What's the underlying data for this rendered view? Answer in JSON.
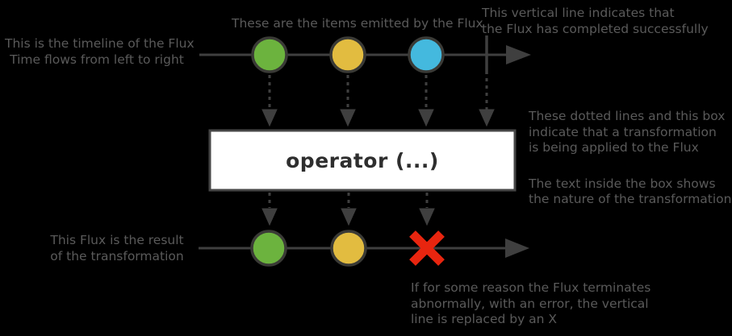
{
  "diagram_title": "Flux marble diagram",
  "colors": {
    "background": "#000000",
    "annotation_text": "#5a5a5a",
    "line": "#3f3f3f",
    "marble_stroke": "#3a3a36",
    "marble_green": "#6cb33e",
    "marble_yellow": "#e2bc40",
    "marble_blue": "#44b9de",
    "error_red": "#e8250f",
    "box_fill": "#ffffff",
    "box_border": "#464646",
    "operator_text": "#2e2e2e"
  },
  "operator": {
    "label": "operator (...)"
  },
  "marbles": {
    "source": [
      "green",
      "yellow",
      "blue"
    ],
    "result": [
      "green",
      "yellow",
      "error-x"
    ]
  },
  "notes": {
    "timeline": {
      "lines": [
        "This is the timeline of the Flux",
        "Time flows from left to right"
      ]
    },
    "items": {
      "lines": [
        "These are the items emitted by the Flux"
      ]
    },
    "complete": {
      "lines": [
        "This vertical line indicates that",
        "the Flux has completed successfully"
      ]
    },
    "transform": {
      "lines": [
        "These dotted lines and this box",
        "indicate that a transformation",
        "is being applied to the Flux"
      ]
    },
    "box_text": {
      "lines": [
        "The text inside the box shows",
        "the nature of the transformation"
      ]
    },
    "result": {
      "lines": [
        "This Flux is the result",
        "of the transformation"
      ]
    },
    "error": {
      "lines": [
        "If for some reason the Flux terminates",
        "abnormally, with an error, the vertical",
        "line is replaced by an X"
      ]
    }
  }
}
